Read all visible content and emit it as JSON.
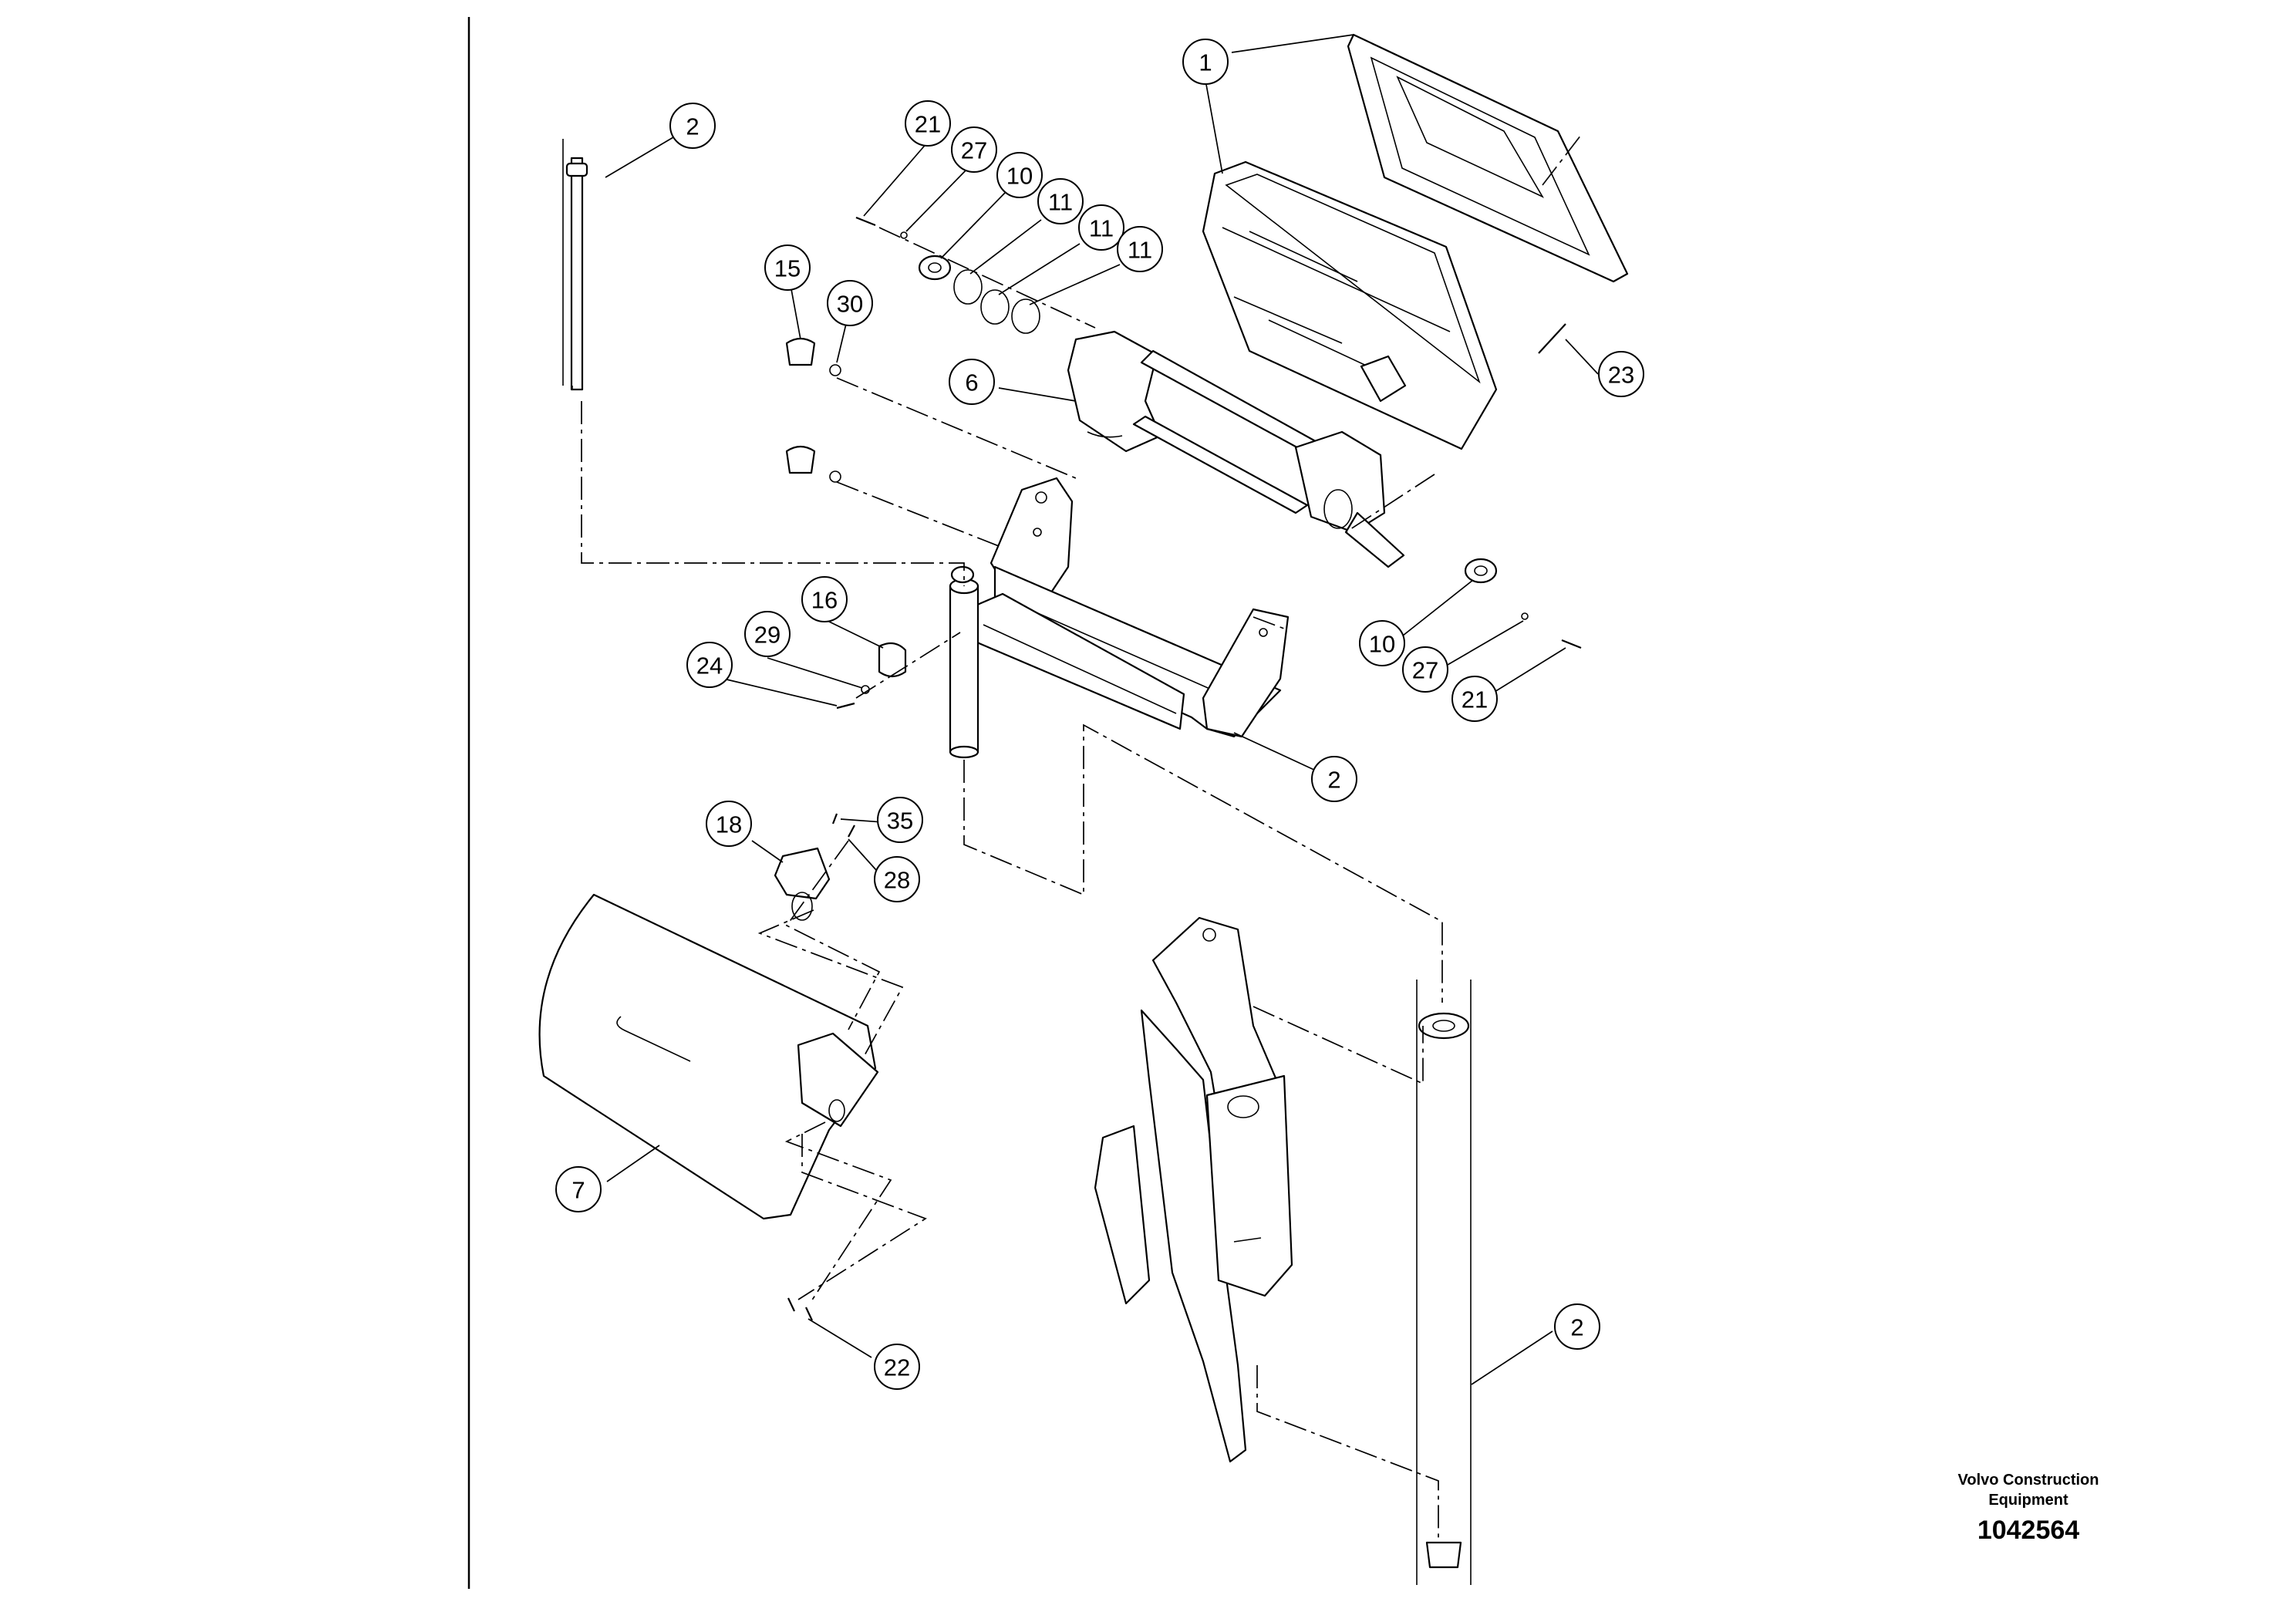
{
  "callouts": [
    "1",
    "2",
    "21",
    "27",
    "10",
    "11",
    "11",
    "11",
    "15",
    "30",
    "6",
    "23",
    "16",
    "29",
    "24",
    "10",
    "27",
    "21",
    "2",
    "18",
    "35",
    "28",
    "7",
    "22",
    "2"
  ],
  "credit": {
    "line1": "Volvo Construction",
    "line2": "Equipment",
    "drawing_number": "1042564"
  }
}
